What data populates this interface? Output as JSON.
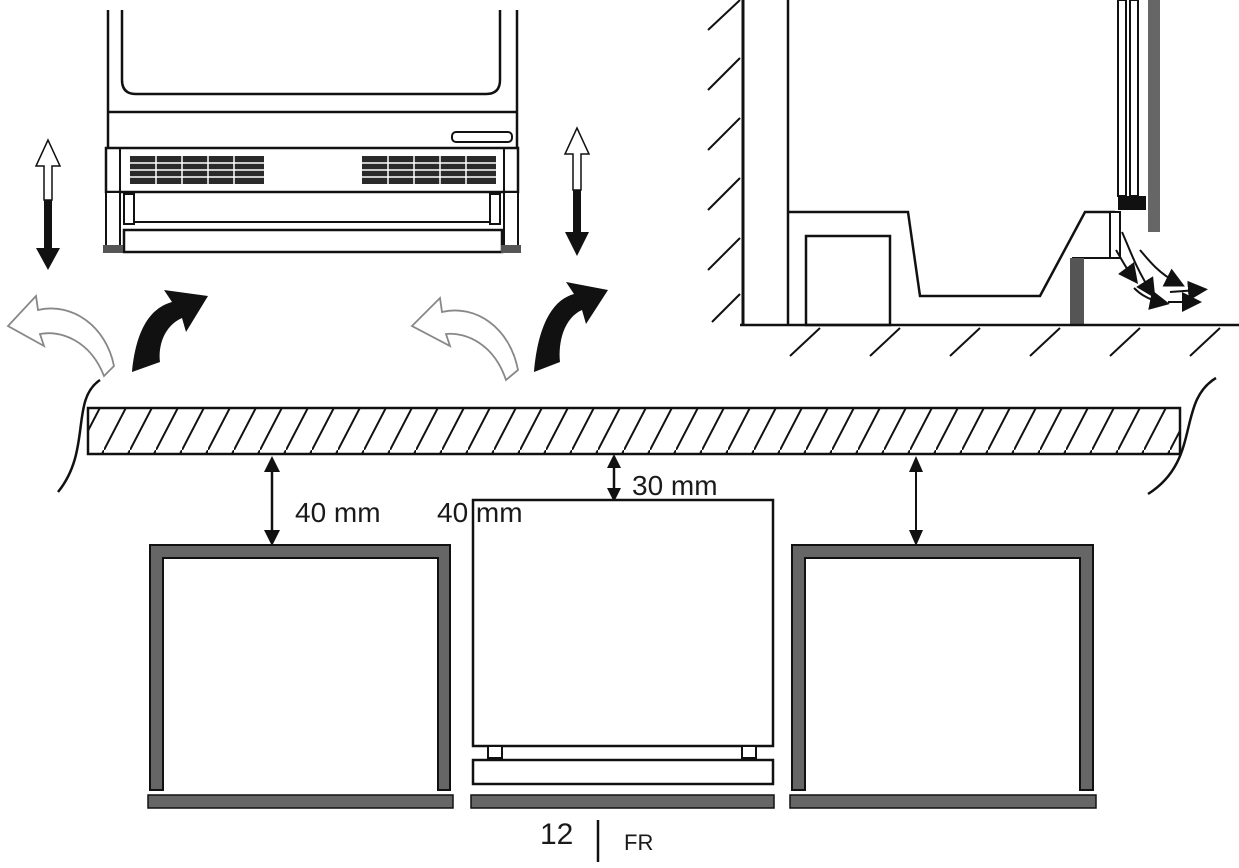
{
  "labels": {
    "clearance_left": "40 mm",
    "clearance_middle_left": "40 mm",
    "clearance_middle_top": "30 mm"
  },
  "footer": {
    "page_number": "12",
    "language": "FR"
  },
  "colors": {
    "line": "#111111",
    "wall_gray": "#6b6b6b",
    "outline_arrow": "#9a9a9a"
  }
}
